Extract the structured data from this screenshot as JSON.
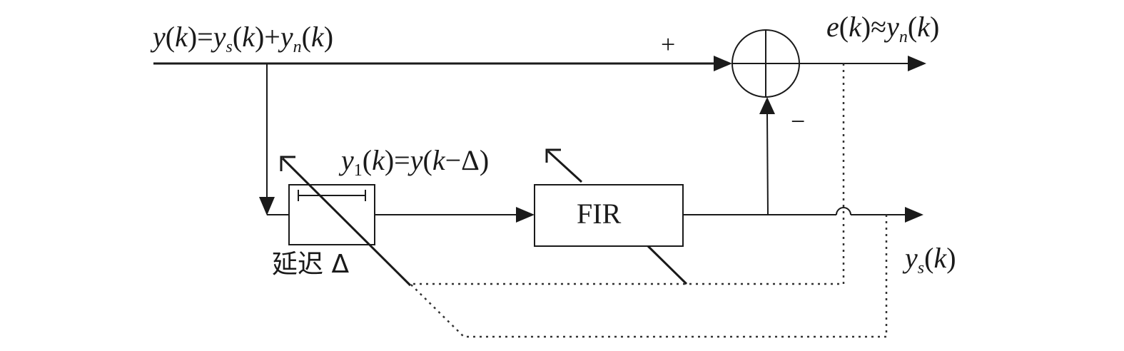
{
  "labels": {
    "input": {
      "y": "y",
      "k1": "k",
      "eq": ")=",
      "ys": "y",
      "s": "s",
      "k2": "k",
      "plus": ")+",
      "yn": "y",
      "n": "n",
      "k3": "k"
    },
    "output_e": {
      "e": "e",
      "k1": "k",
      "approx": ")≈",
      "yn": "y",
      "n": "n",
      "k2": "k"
    },
    "delayed": {
      "y": "y",
      "sub": "1",
      "k1": "k",
      "eq": ")=",
      "y2": "y",
      "k2": "k",
      "delta": "−Δ)"
    },
    "output_s": {
      "y": "y",
      "s": "s",
      "k": "k"
    },
    "plus_sign": "+",
    "minus_sign": "−",
    "delay_label": "延迟 Δ",
    "fir_label": "FIR"
  },
  "colors": {
    "line": "#1a1a1a",
    "dotted": "#333333",
    "background": "#ffffff"
  }
}
